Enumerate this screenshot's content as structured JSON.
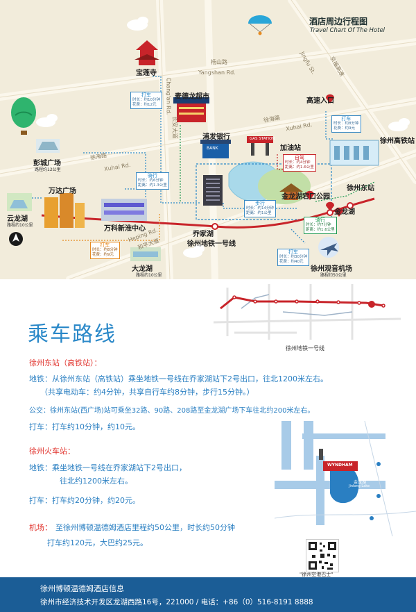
{
  "header": {
    "title": "酒店周边行程图",
    "subtitle": "Travel Chart Of The Hotel"
  },
  "map": {
    "roads": {
      "yangshan_cn": "杨山路",
      "yangshan_en": "Yangshan Rd.",
      "jingfu": "Jingfu St.",
      "jingfu_cn": "京福高速",
      "changan_en": "Chang'an Rd.",
      "changan_cn": "长安大道",
      "xuhai_cn": "徐海路",
      "xuhai_en": "Xuhai Rd.",
      "xuhai_cn_left": "徐海路",
      "xuhai_en_left": "Xuhai Rd.",
      "heping_en": "Heping Rd.",
      "heping_cn": "和平大道"
    },
    "places": {
      "baolian": "宝莲寺",
      "maidelong": "麦德龙超市",
      "pufa": "浦发银行",
      "gas_station": "加油站",
      "gas_sign": "GAS STATION",
      "bank_sign": "BANK",
      "gaosu": "高速入口",
      "xuzhou_hsr": "徐州高铁站",
      "xuzhou_east": "徐州东站",
      "jinlong_park": "金龙湖宕口公园",
      "jinlong_lake": "金龙湖",
      "qiaojiahu": "乔家湖",
      "metro1": "徐州地铁一号线",
      "pengcheng": "彭城广场",
      "pengcheng_dist": "路程约12公里",
      "wanda": "万达广场",
      "vanke": "万科新淮中心",
      "yunlong": "云龙湖",
      "yunlong_dist": "路程约10公里",
      "dalong": "大龙湖",
      "dalong_dist": "路程约10公里",
      "airport": "徐州观音机场",
      "airport_dist": "路程约50公里"
    },
    "boxes": {
      "taxi": "打车",
      "ride": "骑行",
      "walk": "步行",
      "drive": "自驾",
      "t10": "时长：约10分钟",
      "f12": "花费：约12元",
      "t6": "时长：约6分钟",
      "d13": "距离：约1.3公里",
      "t4": "时长：约4分钟",
      "d16": "距离：约1.6公里",
      "t14": "时长：约14分钟",
      "d1": "距离：约1公里",
      "t7": "时长：约7分钟",
      "d16b": "距离：约1.6公里",
      "t8": "时长：约8分钟",
      "f9": "花费：约9元",
      "t30": "时长：约30分钟",
      "f40": "花费：约40元"
    }
  },
  "route": {
    "title": "乘车路线",
    "metro_map_label": "徐州地铁一号线",
    "east_station_title": "徐州东站（高铁站）：",
    "east_metro_1": "地铁：从徐州东站（高铁站）乘坐地铁一号线在乔家湖站下2号出口，往北1200米左右。",
    "east_metro_2": "（共享电动车：约4分钟，共享自行车约8分钟，步行15分钟。）",
    "east_bus": "公交：徐州东站(西广场)站可乘坐32路、90路、208路至金龙湖广场下车往北约200米左右。",
    "east_taxi": "打车：打车约10分钟，约10元。",
    "train_title": "徐州火车站：",
    "train_metro_1": "地铁：乘坐地铁一号线在乔家湖站下2号出口，",
    "train_metro_2": "往北约1200米左右。",
    "train_taxi": "打车：打车约20分钟，约20元。",
    "airport_label": "机场：",
    "airport_1": "至徐州博顿温德姆酒店里程约50公里，时长约50分钟",
    "airport_2": "打车约120元，大巴约25元。",
    "qr_caption": "\"徐州空港巴士\""
  },
  "mini_map": {
    "hotel_brand": "WYNDHAM",
    "lake_label": "金龙湖",
    "lake_en": "Jinlong Lake"
  },
  "footer": {
    "line1": "徐州博顿温德姆酒店信息",
    "line2": "徐州市经济技术开发区龙湖西路16号，221000 / 电话：+86（0）516-8191 8888"
  },
  "colors": {
    "route_blue": "#2a88c8",
    "section_red": "#e0302a",
    "footer_bg": "#1b5d96",
    "metro_red": "#c8242a"
  }
}
